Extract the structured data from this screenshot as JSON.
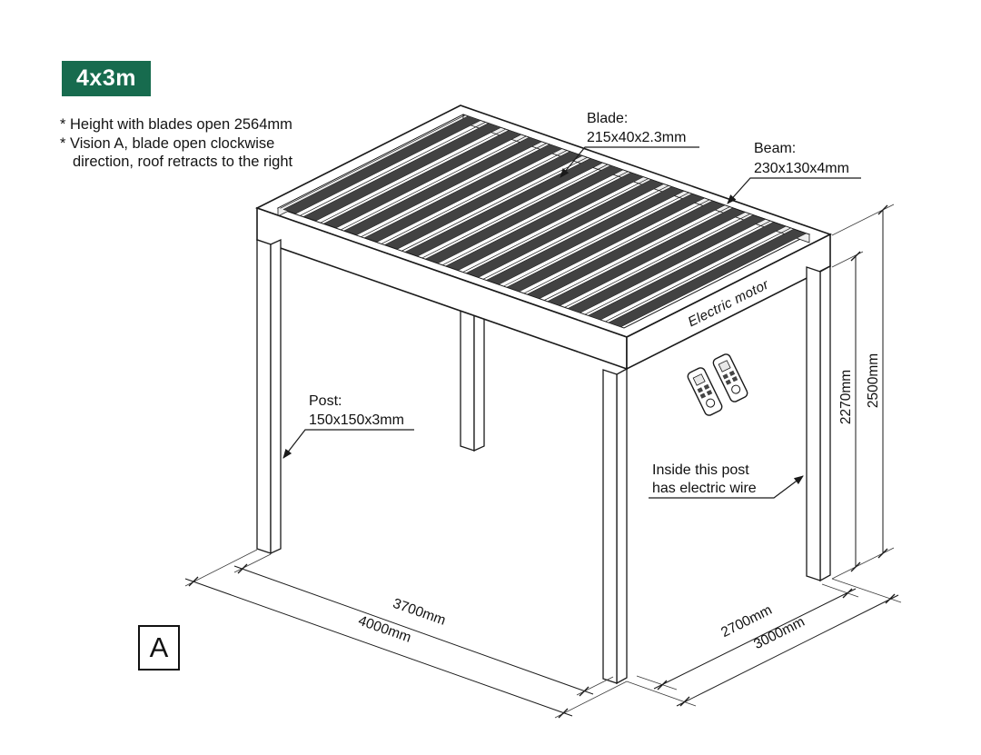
{
  "badge": {
    "label": "4x3m",
    "bg": "#176b4e",
    "fg": "#ffffff"
  },
  "notes": [
    "* Height with blades open 2564mm",
    "* Vision A, blade open clockwise",
    "direction, roof retracts to the right"
  ],
  "callouts": {
    "blade": {
      "title": "Blade:",
      "spec": "215x40x2.3mm"
    },
    "beam": {
      "title": "Beam:",
      "spec": "230x130x4mm"
    },
    "post": {
      "title": "Post:",
      "spec": "150x150x3mm"
    },
    "motor": "Electric motor",
    "wire": {
      "line1": "Inside this post",
      "line2": "has electric wire"
    }
  },
  "dimensions": {
    "post_height": "2270mm",
    "total_height": "2500mm",
    "front_inner": "3700mm",
    "front_total": "4000mm",
    "side_inner": "2700mm",
    "side_total": "3000mm"
  },
  "view_label": "A",
  "drawing": {
    "line_color": "#1a1a1a",
    "blade_color": "#424242",
    "blade_count": 17
  }
}
